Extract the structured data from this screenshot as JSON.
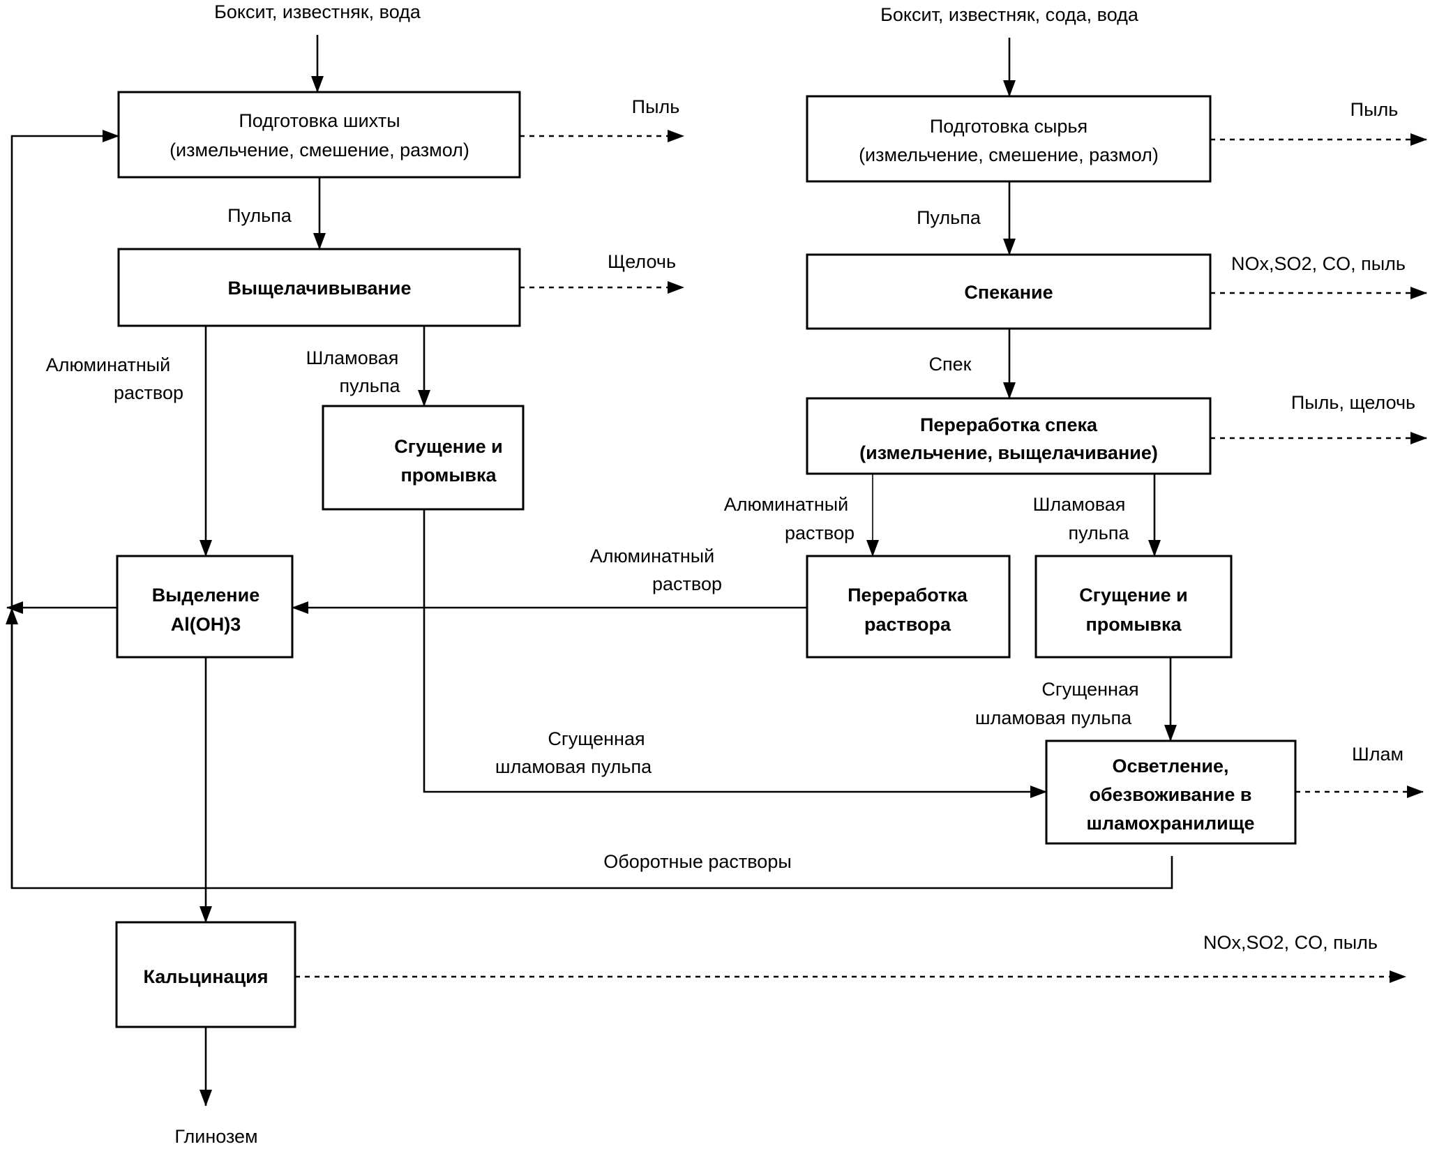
{
  "left": {
    "input": "Боксит, известняк, вода",
    "prep": {
      "line1": "Подготовка  шихты",
      "line2": "(измельчение, смешение,  размол)"
    },
    "prep_emission": "Пыль",
    "pulp": "Пульпа",
    "leach": "Выщелачивывание",
    "leach_emission": "Щелочь",
    "aluminate": {
      "line1": "Алюминатный",
      "line2": "раствор"
    },
    "sludge_pulp": {
      "line1": "Шламовая",
      "line2": "пульпа"
    },
    "thicken": {
      "line1": "Сгущение и",
      "line2": "промывка"
    },
    "precip": {
      "line1": "Выделение",
      "line2": "Al(OH)3"
    },
    "thick_sludge": {
      "line1": "Сгущенная",
      "line2": "шламовая пульпа"
    },
    "recycled": "Оборотные растворы",
    "calc": "Кальцинация",
    "calc_emission": "NOx,SO2, CO, пыль",
    "product": "Глинозем"
  },
  "right": {
    "input": "Боксит, известняк, сода,  вода",
    "prep": {
      "line1": "Подготовка сырья",
      "line2": "(измельчение, смешение,  размол)"
    },
    "prep_emission": "Пыль",
    "pulp": "Пульпа",
    "sinter": "Спекание",
    "sinter_emission": "NOx,SO2, CO, пыль",
    "cake": "Спек",
    "cake_proc": {
      "line1": "Переработка спека",
      "line2": "(измельчение, выщелачивание)"
    },
    "cake_emission": "Пыль, щелочь",
    "aluminate": {
      "line1": "Алюминатный",
      "line2": "раствор"
    },
    "sludge_pulp": {
      "line1": "Шламовая",
      "line2": "пульпа"
    },
    "sol_proc": {
      "line1": "Переработка",
      "line2": "раствора"
    },
    "thicken": {
      "line1": "Сгущение и",
      "line2": "промывка"
    },
    "aluminate_to_precip": {
      "line1": "Алюминатный",
      "line2": "раствор"
    },
    "thick_sludge": {
      "line1": "Сгущенная",
      "line2": "шламовая пульпа"
    },
    "clarify": {
      "line1": "Осветление,",
      "line2": "обезвоживание в",
      "line3": "шламохранилище"
    },
    "clarify_emission": "Шлам"
  }
}
